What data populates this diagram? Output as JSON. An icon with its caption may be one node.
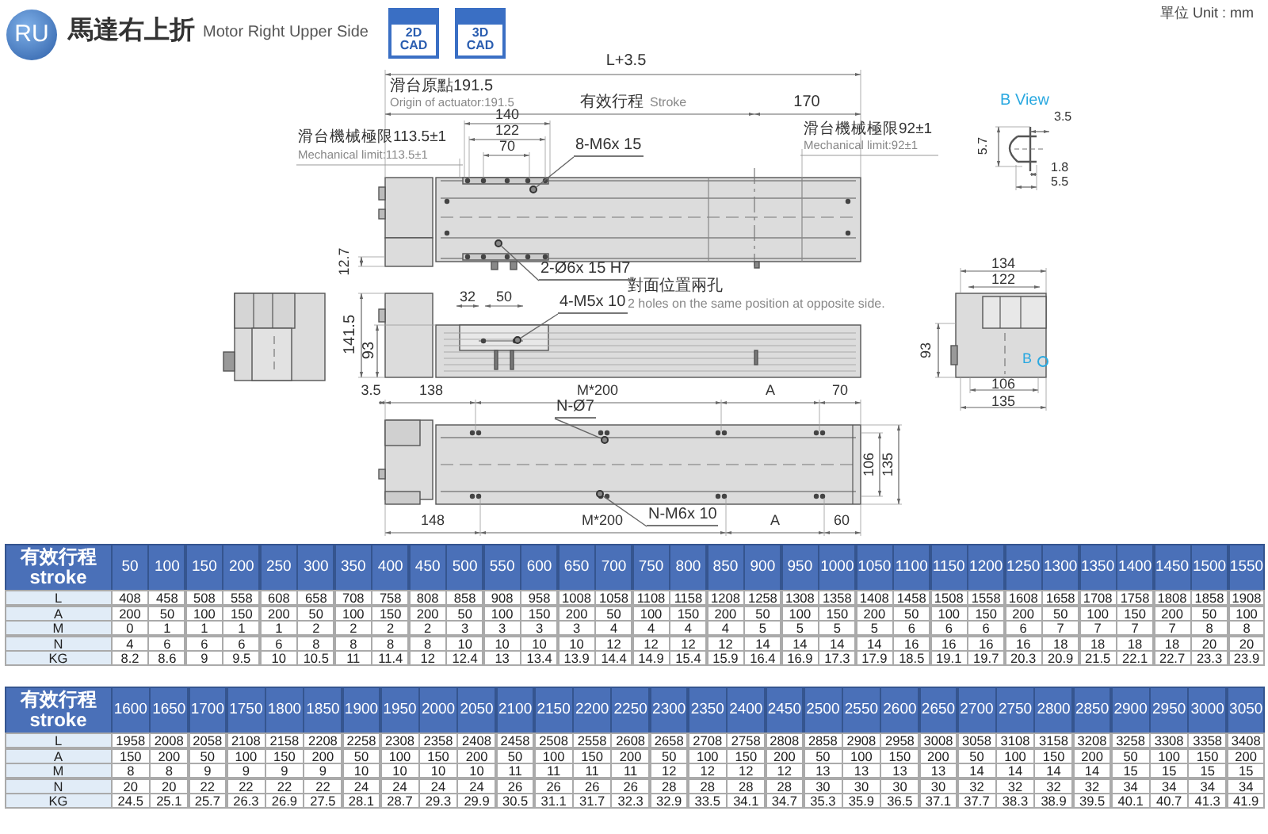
{
  "diagram": {
    "title": "馬達右上折",
    "nodes": [
      {
        "text": [
          "8-M6x 15"
        ]
      },
      {
        "text": [
          "2-Ø6x 15 H7"
        ]
      },
      {
        "text": [
          "4-M5x 10"
        ]
      },
      {
        "text": [
          "N-Ø7"
        ]
      },
      {
        "text": [
          "N-M6x 10"
        ]
      },
      {
        "text": [],
        "shape": "circle"
      },
      {
        "text": [],
        "shape": "circle"
      },
      {
        "text": [],
        "shape": "circle"
      },
      {
        "text": [],
        "shape": "circle"
      },
      {
        "text": [],
        "shape": "circle"
      }
    ],
    "edges": [
      {
        "from": 0,
        "to": 5,
        "arrow": "none"
      },
      {
        "from": 1,
        "to": 6,
        "arrow": "none"
      },
      {
        "from": 2,
        "to": 7,
        "arrow": "none"
      },
      {
        "from": 3,
        "to": 8,
        "arrow": "none"
      },
      {
        "from": 4,
        "to": 9,
        "arrow": "none"
      }
    ],
    "labels": [
      "RU",
      "Motor Right Upper Side",
      "2D CAD",
      "3D CAD",
      "單位 Unit : mm",
      "L+3.5",
      "滑台原點191.5",
      "Origin of actuator:191.5",
      "有效行程",
      "Stroke",
      "170",
      "140",
      "122",
      "70",
      "滑台機械極限113.5±1",
      "Mechanical limit:113.5±1",
      "滑台機械極限92±1",
      "Mechanical limit:92±1",
      "B View",
      "3.5",
      "5.7",
      "1.8",
      "5.5",
      "12.7",
      "對面位置兩孔",
      "2 holes on the same position at opposite side.",
      "32",
      "50",
      "141.5",
      "93",
      "134",
      "122",
      "93",
      "B",
      "106",
      "135",
      "3.5",
      "138",
      "M*200",
      "A",
      "70",
      "106",
      "135",
      "148",
      "M*200",
      "A",
      "60",
      "有效行程 stroke",
      "50",
      "100",
      "150",
      "200",
      "250",
      "300",
      "350",
      "400",
      "450",
      "500",
      "550",
      "600",
      "650",
      "700",
      "750",
      "800",
      "850",
      "900",
      "950",
      "1000",
      "1050",
      "1100",
      "1150",
      "1200",
      "1250",
      "1300",
      "1350",
      "1400",
      "1450",
      "1500",
      "1550",
      "L",
      "408",
      "458",
      "508",
      "558",
      "608",
      "658",
      "708",
      "758",
      "808",
      "858",
      "908",
      "958",
      "1008",
      "1058",
      "1108",
      "1158",
      "1208",
      "1258",
      "1308",
      "1358",
      "1408",
      "1458",
      "1508",
      "1558",
      "1608",
      "1658",
      "1708",
      "1758",
      "1808",
      "1858",
      "1908",
      "A",
      "200",
      "50",
      "100",
      "150",
      "200",
      "50",
      "100",
      "150",
      "200",
      "50",
      "100",
      "150",
      "200",
      "50",
      "100",
      "150",
      "200",
      "50",
      "100",
      "150",
      "200",
      "50",
      "100",
      "150",
      "200",
      "50",
      "100",
      "150",
      "200",
      "50",
      "100",
      "M",
      "0",
      "1",
      "1",
      "1",
      "1",
      "2",
      "2",
      "2",
      "2",
      "3",
      "3",
      "3",
      "3",
      "4",
      "4",
      "4",
      "4",
      "5",
      "5",
      "5",
      "5",
      "6",
      "6",
      "6",
      "6",
      "7",
      "7",
      "7",
      "7",
      "8",
      "8",
      "N",
      "4",
      "6",
      "6",
      "6",
      "6",
      "8",
      "8",
      "8",
      "8",
      "10",
      "10",
      "10",
      "10",
      "12",
      "12",
      "12",
      "12",
      "14",
      "14",
      "14",
      "14",
      "16",
      "16",
      "16",
      "16",
      "18",
      "18",
      "18",
      "18",
      "20",
      "20",
      "KG",
      "8.2",
      "8.6",
      "9",
      "9.5",
      "10",
      "10.5",
      "11",
      "11.4",
      "12",
      "12.4",
      "13",
      "13.4",
      "13.9",
      "14.4",
      "14.9",
      "15.4",
      "15.9",
      "16.4",
      "16.9",
      "17.3",
      "17.9",
      "18.5",
      "19.1",
      "19.7",
      "20.3",
      "20.9",
      "21.5",
      "22.1",
      "22.7",
      "23.3",
      "23.9",
      "有效行程 stroke",
      "1600",
      "1650",
      "1700",
      "1750",
      "1800",
      "1850",
      "1900",
      "1950",
      "2000",
      "2050",
      "2100",
      "2150",
      "2200",
      "2250",
      "2300",
      "2350",
      "2400",
      "2450",
      "2500",
      "2550",
      "2600",
      "2650",
      "2700",
      "2750",
      "2800",
      "2850",
      "2900",
      "2950",
      "3000",
      "3050",
      "L",
      "1958",
      "2008",
      "2058",
      "2108",
      "2158",
      "2208",
      "2258",
      "2308",
      "2358",
      "2408",
      "2458",
      "2508",
      "2558",
      "2608",
      "2658",
      "2708",
      "2758",
      "2808",
      "2858",
      "2908",
      "2958",
      "3008",
      "3058",
      "3108",
      "3158",
      "3208",
      "3258",
      "3308",
      "3358",
      "3408",
      "A",
      "150",
      "200",
      "50",
      "100",
      "150",
      "200",
      "50",
      "100",
      "150",
      "200",
      "50",
      "100",
      "150",
      "200",
      "50",
      "100",
      "150",
      "200",
      "50",
      "100",
      "150",
      "200",
      "50",
      "100",
      "150",
      "200",
      "50",
      "100",
      "150",
      "200",
      "M",
      "8",
      "8",
      "9",
      "9",
      "9",
      "9",
      "10",
      "10",
      "10",
      "10",
      "11",
      "11",
      "11",
      "11",
      "12",
      "12",
      "12",
      "12",
      "13",
      "13",
      "13",
      "13",
      "14",
      "14",
      "14",
      "14",
      "15",
      "15",
      "15",
      "15",
      "N",
      "20",
      "20",
      "22",
      "22",
      "22",
      "22",
      "24",
      "24",
      "24",
      "24",
      "26",
      "26",
      "26",
      "26",
      "28",
      "28",
      "28",
      "28",
      "30",
      "30",
      "30",
      "30",
      "32",
      "32",
      "32",
      "32",
      "34",
      "34",
      "34",
      "34",
      "KG",
      "24.5",
      "25.1",
      "25.7",
      "26.3",
      "26.9",
      "27.5",
      "28.1",
      "28.7",
      "29.3",
      "29.9",
      "30.5",
      "31.1",
      "31.7",
      "32.3",
      "32.9",
      "33.5",
      "34.1",
      "34.7",
      "35.3",
      "35.9",
      "36.5",
      "37.1",
      "37.7",
      "38.3",
      "38.9",
      "39.5",
      "40.1",
      "40.7",
      "41.3",
      "41.9"
    ]
  }
}
